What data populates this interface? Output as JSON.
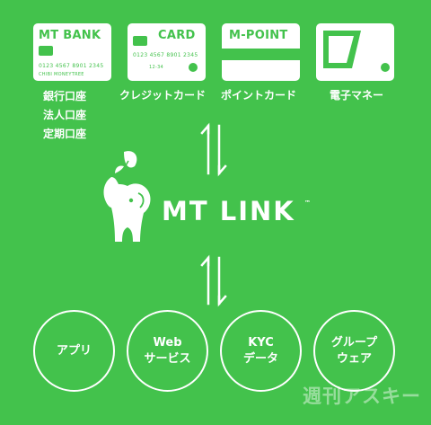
{
  "cards": {
    "bank": {
      "title": "MT BANK",
      "number": "0123 4567 8901 2345",
      "holder": "CHIBI MONEYTREE"
    },
    "card": {
      "title": "CARD",
      "number": "0123 4567 8901 2345",
      "expiry": "12-34"
    },
    "point": {
      "title": "M-POINT"
    }
  },
  "labels": {
    "bank": [
      "銀行口座",
      "法人口座",
      "定期口座"
    ],
    "credit": "クレジットカード",
    "point": "ポイントカード",
    "emoney": "電子マネー"
  },
  "brand": {
    "name": "MT LINK",
    "tm": "™"
  },
  "services": [
    {
      "line1": "アプリ",
      "line2": ""
    },
    {
      "line1": "Web",
      "line2": "サービス"
    },
    {
      "line1": "KYC",
      "line2": "データ"
    },
    {
      "line1": "グループ",
      "line2": "ウェア"
    }
  ],
  "watermark": "週刊アスキー",
  "colors": {
    "background": "#43c24c",
    "foreground": "#ffffff"
  }
}
